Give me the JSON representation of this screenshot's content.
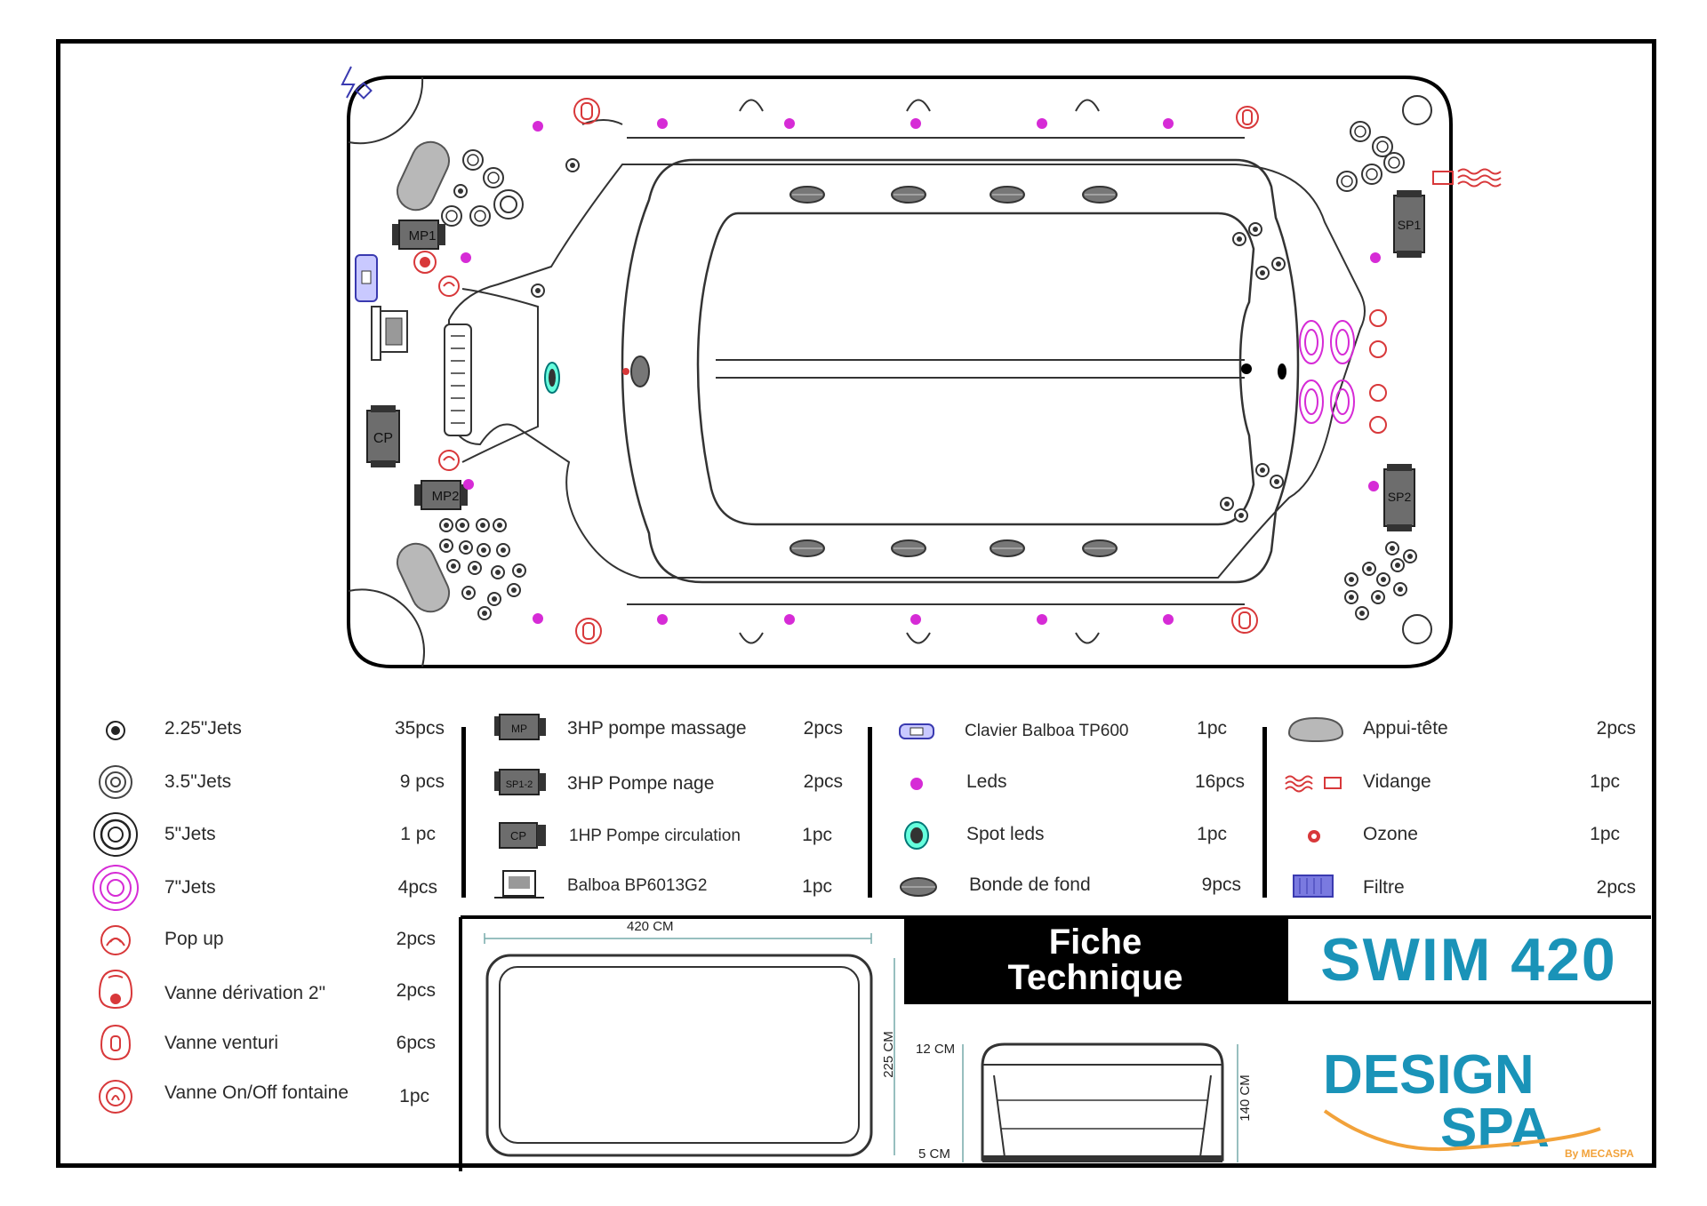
{
  "legend": {
    "col1": [
      {
        "icon": "jet-225-icon",
        "label": "2.25\"Jets",
        "qty": "35pcs"
      },
      {
        "icon": "jet-35-icon",
        "label": "3.5\"Jets",
        "qty": "9 pcs"
      },
      {
        "icon": "jet-5-icon",
        "label": "5\"Jets",
        "qty": "1 pc"
      },
      {
        "icon": "jet-7-icon",
        "label": "7\"Jets",
        "qty": "4pcs"
      },
      {
        "icon": "popup-icon",
        "label": "Pop up",
        "qty": "2pcs"
      },
      {
        "icon": "diverter-valve-icon",
        "label": "Vanne dérivation 2\"",
        "qty": "2pcs"
      },
      {
        "icon": "venturi-valve-icon",
        "label": "Vanne venturi",
        "qty": "6pcs"
      },
      {
        "icon": "fountain-valve-icon",
        "label": "Vanne On/Off fontaine",
        "qty": "1pc"
      }
    ],
    "col2": [
      {
        "icon": "massage-pump-icon",
        "label": "3HP pompe massage",
        "qty": "2pcs",
        "tag": "MP"
      },
      {
        "icon": "swim-pump-icon",
        "label": "3HP Pompe nage",
        "qty": "2pcs",
        "tag": "SP1-2"
      },
      {
        "icon": "circulation-pump-icon",
        "label": "1HP Pompe circulation",
        "qty": "1pc",
        "tag": "CP"
      },
      {
        "icon": "controller-icon",
        "label": "Balboa BP6013G2",
        "qty": "1pc"
      }
    ],
    "col3": [
      {
        "icon": "keypad-icon",
        "label": "Clavier Balboa TP600",
        "qty": "1pc"
      },
      {
        "icon": "led-icon",
        "label": "Leds",
        "qty": "16pcs"
      },
      {
        "icon": "spot-led-icon",
        "label": "Spot leds",
        "qty": "1pc"
      },
      {
        "icon": "floor-drain-icon",
        "label": "Bonde de fond",
        "qty": "9pcs"
      }
    ],
    "col4": [
      {
        "icon": "headrest-icon",
        "label": "Appui-tête",
        "qty": "2pcs"
      },
      {
        "icon": "drain-icon",
        "label": "Vidange",
        "qty": "1pc"
      },
      {
        "icon": "ozone-icon",
        "label": "Ozone",
        "qty": "1pc"
      },
      {
        "icon": "filter-icon",
        "label": "Filtre",
        "qty": "2pcs"
      }
    ]
  },
  "diagram_labels": {
    "mp1": "MP1",
    "mp2": "MP2",
    "cp": "CP",
    "sp1": "SP1",
    "sp2": "SP2"
  },
  "dimensions": {
    "length": "420 CM",
    "width": "225 CM",
    "height": "140 CM",
    "top": "12 CM",
    "bottom": "5 CM"
  },
  "title": {
    "line1": "Fiche",
    "line2": "Technique"
  },
  "model": "SWIM 420",
  "brand": {
    "line1": "DESIGN",
    "line2": "SPA",
    "sub": "By MECASPA"
  },
  "colors": {
    "accent": "#1a93b8",
    "brand_orange": "#f2a23a",
    "led": "#d62bd6",
    "valve": "#d8383a",
    "frame": "#000000"
  }
}
